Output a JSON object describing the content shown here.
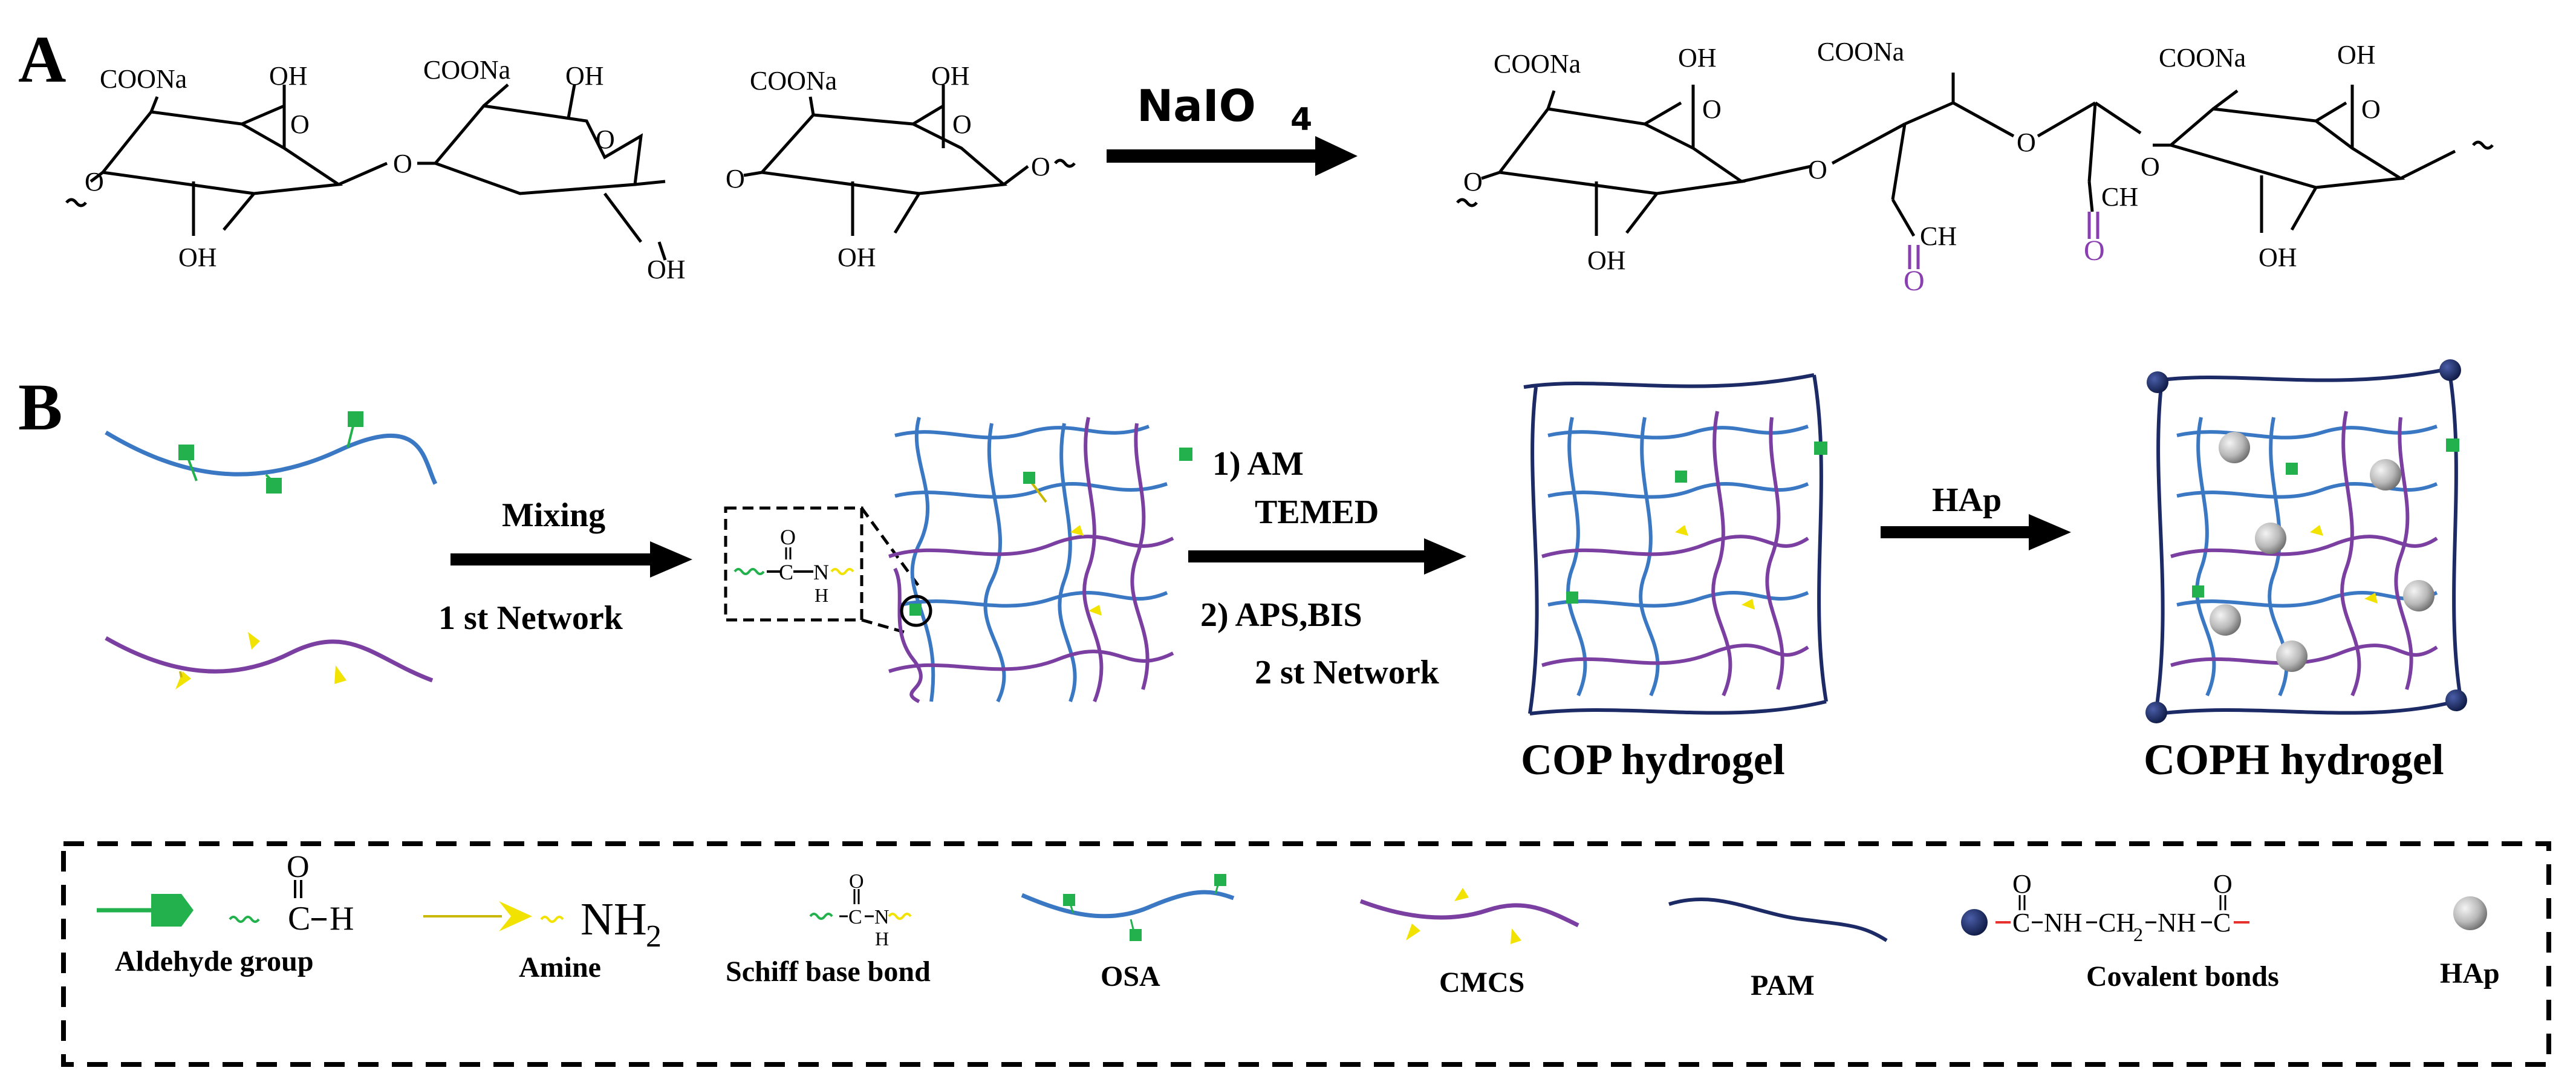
{
  "colors": {
    "osa": "#3a78c4",
    "cmcs": "#7a3fa0",
    "pam": "#1c2a66",
    "aldehyde": "#22b14c",
    "amine": "#f2e200",
    "aldehyde_oxygen": "#8a3fb0",
    "covalent_red": "#e8322d",
    "text": "#000000"
  },
  "panel_a": {
    "label": "A",
    "reagent": "NaIO",
    "reagent_sub": "4",
    "reactant": {
      "coona": [
        "COONa",
        "COONa",
        "COONa"
      ],
      "oh_top": [
        "OH",
        "OH",
        "OH"
      ],
      "oh_bottom": [
        "OH",
        "OH",
        "OH"
      ],
      "ring_o": [
        "O",
        "O",
        "O"
      ],
      "bridge_o": [
        "O",
        "O",
        "O",
        "O"
      ]
    },
    "product": {
      "coona": [
        "COONa",
        "COONa",
        "COONa"
      ],
      "oh_top": [
        "OH",
        "OH"
      ],
      "oh_bottom": [
        "OH",
        "OH"
      ],
      "ring_o": [
        "O",
        "O"
      ],
      "bridge_o": [
        "O",
        "O",
        "O",
        "O"
      ],
      "ch": [
        "CH",
        "CH"
      ],
      "aldehyde_o": [
        "O",
        "O"
      ]
    }
  },
  "panel_b": {
    "label": "B",
    "step1": {
      "top": "Mixing",
      "bottom": "1 st Network"
    },
    "inset": {
      "o": "O",
      "c": "C",
      "n": "N",
      "h": "H"
    },
    "step2": {
      "line1": "1) AM",
      "line2": "TEMED",
      "line3": "2)  APS,BIS",
      "line4": "2 st Network"
    },
    "step3": {
      "top": "HAp"
    },
    "cop": "COP hydrogel",
    "coph": "COPH hydrogel"
  },
  "legend": {
    "aldehyde": {
      "label": "Aldehyde group",
      "formula_c": "C",
      "formula_h": "H",
      "formula_o": "O"
    },
    "amine": {
      "label": "Amine",
      "formula": "NH",
      "sub": "2"
    },
    "schiff": {
      "label": "Schiff base bond",
      "o": "O",
      "c": "C",
      "n": "N",
      "h": "H"
    },
    "osa": {
      "label": "OSA"
    },
    "cmcs": {
      "label": "CMCS"
    },
    "pam": {
      "label": "PAM"
    },
    "covalent": {
      "label": "Covalent bonds",
      "c1": "C",
      "nh1": "NH",
      "ch2": "CH",
      "ch2_sub": "2",
      "nh2": "NH",
      "c2": "C",
      "o1": "O",
      "o2": "O"
    },
    "hap": {
      "label": "HAp"
    }
  }
}
